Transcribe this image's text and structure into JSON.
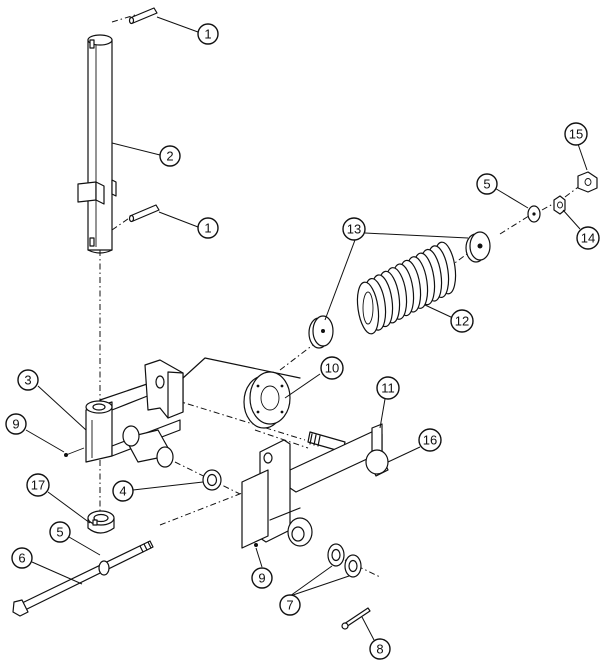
{
  "callouts": [
    {
      "id": "c1a",
      "label": "1",
      "part": "pin"
    },
    {
      "id": "c1b",
      "label": "1",
      "part": "pin"
    },
    {
      "id": "c2",
      "label": "2",
      "part": "vertical-tube"
    },
    {
      "id": "c3",
      "label": "3",
      "part": "pivot-bracket"
    },
    {
      "id": "c4",
      "label": "4",
      "part": "washer"
    },
    {
      "id": "c5a",
      "label": "5",
      "part": "washer"
    },
    {
      "id": "c5b",
      "label": "5",
      "part": "washer"
    },
    {
      "id": "c6",
      "label": "6",
      "part": "bolt"
    },
    {
      "id": "c7",
      "label": "7",
      "part": "washers"
    },
    {
      "id": "c8",
      "label": "8",
      "part": "cotter-pin"
    },
    {
      "id": "c9a",
      "label": "9",
      "part": "grease-fitting"
    },
    {
      "id": "c9b",
      "label": "9",
      "part": "grease-fitting"
    },
    {
      "id": "c10",
      "label": "10",
      "part": "spring-flange"
    },
    {
      "id": "c11",
      "label": "11",
      "part": "lever-arm"
    },
    {
      "id": "c12",
      "label": "12",
      "part": "spring"
    },
    {
      "id": "c13",
      "label": "13",
      "part": "spring-cups"
    },
    {
      "id": "c14",
      "label": "14",
      "part": "nut"
    },
    {
      "id": "c15",
      "label": "15",
      "part": "nut"
    },
    {
      "id": "c16",
      "label": "16",
      "part": "bushing"
    },
    {
      "id": "c17",
      "label": "17",
      "part": "collar"
    }
  ]
}
